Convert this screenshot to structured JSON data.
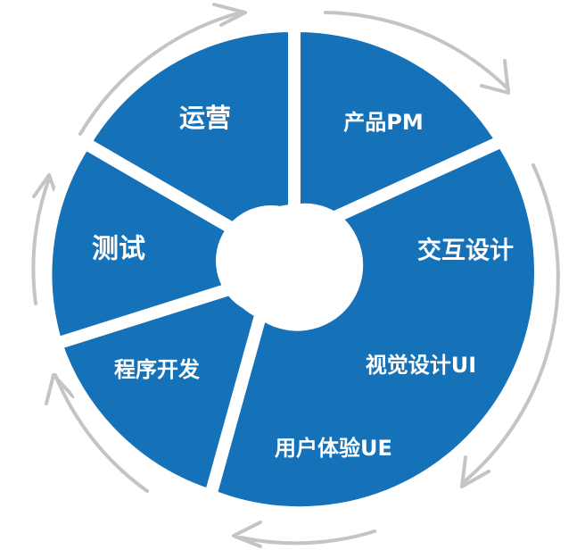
{
  "segments": {
    "product": "产品PM",
    "interaction": "交互设计",
    "visual": "视觉设计UI",
    "ux": "用户体验UE",
    "dev": "程序开发",
    "test": "测试",
    "ops": "运营"
  },
  "colors": {
    "segment": "#1571b8",
    "arrow": "#c4c4c4",
    "background": "#ffffff"
  }
}
